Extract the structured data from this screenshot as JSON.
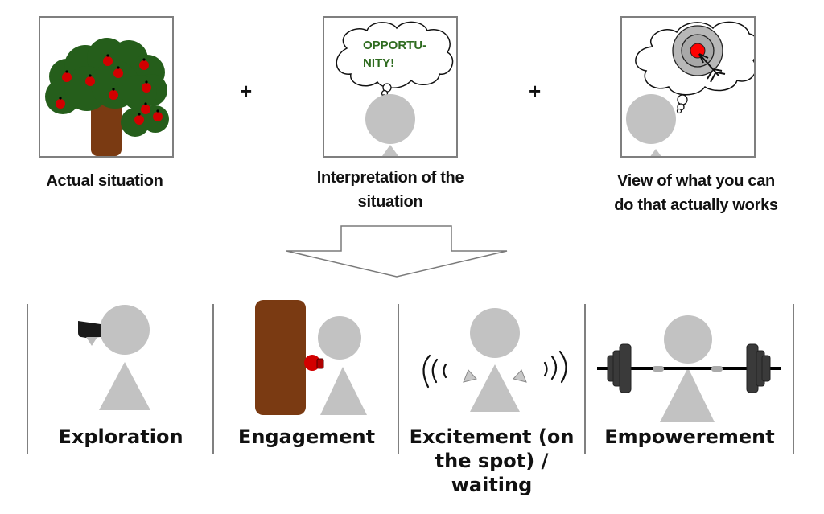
{
  "top_row": {
    "panels": [
      {
        "id": "actual",
        "label": "Actual situation"
      },
      {
        "id": "interpretation",
        "label": "Interpretation of the situation",
        "thought_text": "OPPORTU-NITY!"
      },
      {
        "id": "view",
        "label": "View of what you can do that actually works"
      }
    ],
    "operators": [
      "+",
      "+"
    ],
    "label_lines": {
      "actual": [
        "Actual situation"
      ],
      "interpretation": [
        "Interpretation of the",
        "situation"
      ],
      "view": [
        "View of what you can",
        "do that actually works"
      ]
    },
    "thought_lines": [
      "OPPORTU-",
      "NITY!"
    ]
  },
  "arrow": {
    "direction": "down",
    "icon": "block-arrow-down-icon"
  },
  "bottom_row": {
    "outcomes": [
      {
        "id": "exploration",
        "label_lines": [
          "Exploration"
        ],
        "icon": "binoculars-icon"
      },
      {
        "id": "engagement",
        "label_lines": [
          "Engagement"
        ],
        "icon": "punching-bag-icon"
      },
      {
        "id": "excitement",
        "label_lines": [
          "Excitement (on",
          "the spot) /",
          "waiting"
        ],
        "icon": "trembling-hands-icon"
      },
      {
        "id": "empowerement",
        "label_lines": [
          "Empowerement"
        ],
        "icon": "barbell-icon"
      }
    ]
  },
  "colors": {
    "foliage": "#255e1b",
    "apple": "#d20000",
    "trunk": "#7a3a12",
    "figure": "#c2c2c2",
    "panel_border": "#7f7f7f",
    "thought_text": "#2e6b1f",
    "target_center": "#ff0000",
    "target_rings": "#b8b8b8",
    "weights": "#3a3a3a"
  }
}
